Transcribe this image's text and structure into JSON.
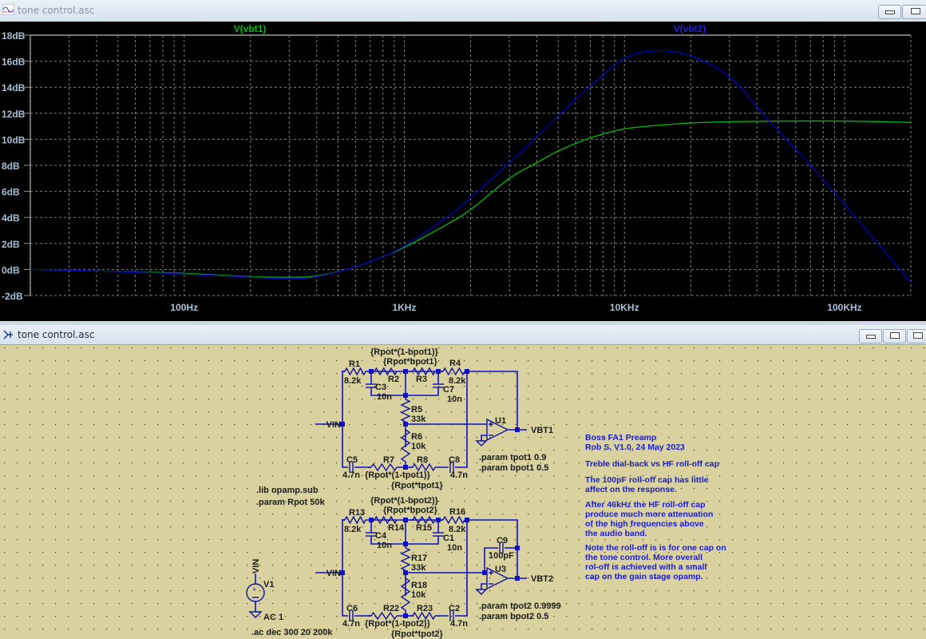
{
  "plot_window": {
    "title": "tone control.asc",
    "icon": "waveform-viewer-icon",
    "controls": [
      "minimize-icon",
      "restore-icon"
    ],
    "traces": [
      {
        "name": "V(vbt1)",
        "color": "#00c000"
      },
      {
        "name": "V(vbt2)",
        "color": "#0000c0"
      }
    ],
    "y_ticks": [
      "18dB",
      "16dB",
      "14dB",
      "12dB",
      "10dB",
      "8dB",
      "6dB",
      "4dB",
      "2dB",
      "0dB",
      "-2dB"
    ],
    "x_ticks": [
      "100Hz",
      "1KHz",
      "10KHz",
      "100KHz"
    ]
  },
  "chart_data": {
    "type": "line",
    "x_scale": "log",
    "xlim": [
      20,
      200000
    ],
    "ylim": [
      -2,
      18
    ],
    "grid": true,
    "background": "#000000",
    "y_tick_labels": [
      "18dB",
      "16dB",
      "14dB",
      "12dB",
      "10dB",
      "8dB",
      "6dB",
      "4dB",
      "2dB",
      "0dB",
      "-2dB"
    ],
    "x_tick_labels": [
      "100Hz",
      "1KHz",
      "10KHz",
      "100KHz"
    ],
    "legend_placement": "top",
    "series": [
      {
        "name": "V(vbt1)",
        "color": "#00c000",
        "x": [
          20,
          50,
          100,
          200,
          300,
          400,
          600,
          800,
          1000,
          1500,
          2000,
          3000,
          4000,
          5000,
          7000,
          10000,
          15000,
          20000,
          30000,
          50000,
          100000,
          200000
        ],
        "y": [
          0,
          -0.15,
          -0.3,
          -0.55,
          -0.6,
          -0.5,
          0.2,
          1.0,
          1.7,
          3.3,
          4.6,
          7.0,
          8.2,
          9.1,
          10.1,
          10.8,
          11.1,
          11.25,
          11.35,
          11.4,
          11.4,
          11.3
        ]
      },
      {
        "name": "V(vbt2)",
        "color": "#0000c0",
        "x": [
          20,
          50,
          100,
          200,
          300,
          400,
          600,
          800,
          1000,
          1500,
          2000,
          3000,
          4000,
          5000,
          7000,
          10000,
          14000,
          20000,
          30000,
          45000,
          70000,
          100000,
          150000,
          200000
        ],
        "y": [
          0,
          -0.15,
          -0.35,
          -0.6,
          -0.7,
          -0.55,
          0.2,
          1.0,
          1.8,
          3.8,
          5.5,
          8.2,
          10.2,
          11.8,
          14.1,
          16.2,
          16.8,
          16.4,
          14.8,
          11.5,
          8.0,
          5.0,
          1.5,
          -1.0
        ]
      }
    ]
  },
  "schematic_window": {
    "title": "tone control.asc",
    "icon": "schematic-icon",
    "controls": [
      "minimize-icon",
      "restore-icon",
      "close-icon"
    ],
    "circuit1": {
      "R1": "R1",
      "R1v": "8.2k",
      "R2": "R2",
      "R2v": "{Rpot*(1-bpot1)}",
      "R3": "R3",
      "R3v": "{Rpot*bpot1}",
      "R4": "R4",
      "R4v": "8.2k",
      "C3": "C3",
      "C3v": "10n",
      "C7": "C7",
      "C7v": "10n",
      "R5": "R5",
      "R5v": "33k",
      "R6": "R6",
      "R6v": "10k",
      "C5": "C5",
      "C5v": "4.7n",
      "R7": "R7",
      "R7v": "{Rpot*(1-tpot1)}",
      "R8": "R8",
      "R8v": "{Rpot*tpot1}",
      "C8": "C8",
      "C8v": "4.7n",
      "U": "U1",
      "in": "VIN",
      "out": "VBT1",
      "param1": ".param tpot1 0.9",
      "param2": ".param bpot1 0.5"
    },
    "circuit2": {
      "R1": "R13",
      "R1v": "8.2k",
      "R2": "R14",
      "R2v": "{Rpot*(1-bpot2)}",
      "R3": "R15",
      "R3v": "{Rpot*bpot2}",
      "R4": "R16",
      "R4v": "8.2k",
      "C3": "C4",
      "C3v": "10n",
      "C7": "C1",
      "C7v": "10n",
      "R5": "R17",
      "R5v": "33k",
      "R6": "R18",
      "R6v": "10k",
      "C5": "C6",
      "C5v": "4.7n",
      "R7": "R22",
      "R7v": "{Rpot*(1-tpot2)}",
      "R8": "R23",
      "R8v": "{Rpot*tpot2}",
      "C8": "C2",
      "C8v": "4.7n",
      "U": "U3",
      "in": "VIN",
      "out": "VBT2",
      "C9": "C9",
      "C9v": "100pF",
      "param1": ".param tpot2 0.9999",
      "param2": ".param bpot2 0.5"
    },
    "source": {
      "name": "V1",
      "net": "VIN",
      "value": "AC 1"
    },
    "directives": [
      ".lib opamp.sub",
      ".param Rpot 50k",
      ".ac dec 300 20 200k"
    ],
    "notes": [
      "Boss FA1 Preamp",
      "Rob S, V1.0, 24 May 2023",
      "Treble dial-back vs HF roll-off cap",
      "The 100pF roll-off cap has little",
      "affect on the response.",
      "After 46kHz the HF roll-off cap",
      "produce much more attenuation",
      "of the high frequencies above",
      "the audio band.",
      "Note the roll-off is is for one cap on",
      "the tone control.  More overall",
      "rol-off is achieved with a small",
      "cap on the gain stage opamp."
    ]
  }
}
